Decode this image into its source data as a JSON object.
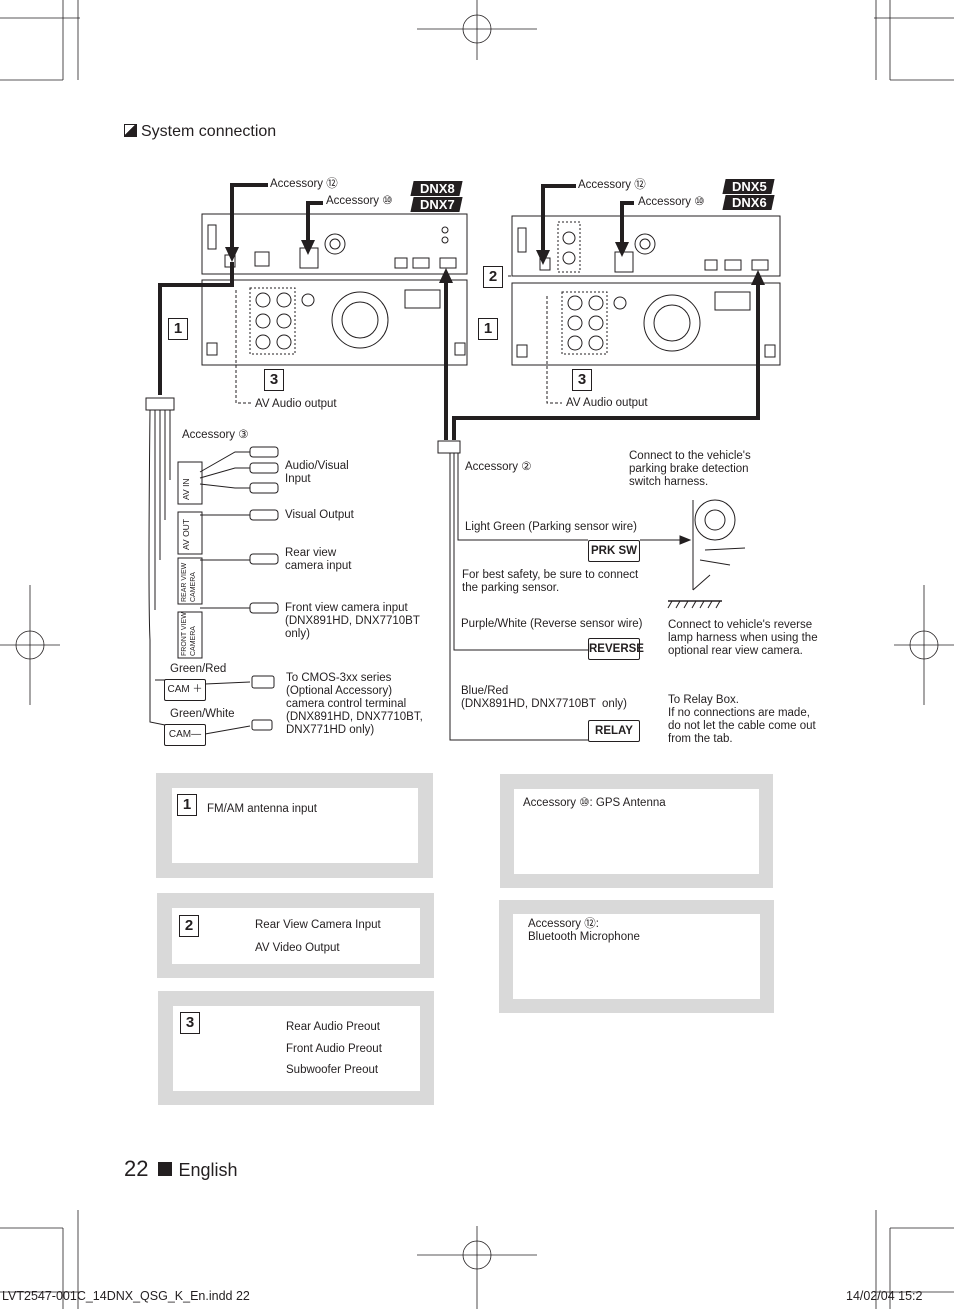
{
  "section": {
    "title": "System connection"
  },
  "models": {
    "left_top": "DNX8",
    "left_bottom": "DNX7",
    "right_top": "DNX5",
    "right_bottom": "DNX6"
  },
  "callouts": {
    "acc12_left": "Accessory ⑫",
    "acc10_left": "Accessory ⑩",
    "acc12_right": "Accessory ⑫",
    "acc10_right": "Accessory ⑩",
    "av_audio_left": "AV Audio output",
    "av_audio_right": "AV Audio output",
    "num1": "1",
    "num2": "2",
    "num3": "3"
  },
  "left_harness": {
    "accessory3": "Accessory ③",
    "av_in": "AV IN",
    "av_out": "AV OUT",
    "rear_view_camera": "REAR VIEW\nCAMERA",
    "front_view_camera": "FRONT VIEW\nCAMERA",
    "audio_visual_input": "Audio/Visual\nInput",
    "visual_output": "Visual Output",
    "rear_view_camera_input": "Rear view\ncamera input",
    "front_view_camera_input": "Front view camera input\n(DNX891HD, DNX7710BT\nonly)",
    "green_red": "Green/Red",
    "green_white": "Green/White",
    "cam_plus": "CAM ＋",
    "cam_minus": "CAM—",
    "cmos_note": "To CMOS-3xx series\n(Optional Accessory)\ncamera control terminal\n(DNX891HD, DNX7710BT,\nDNX771HD only)"
  },
  "right_harness": {
    "accessory2": "Accessory ②",
    "parking_note": "Connect to the vehicle's\nparking brake detection\nswitch harness.",
    "light_green": "Light Green (Parking sensor wire)",
    "prk_sw": "PRK SW",
    "safety_note": "For best safety, be sure to connect\nthe parking sensor.",
    "purple_white": "Purple/White (Reverse sensor wire)",
    "reverse": "REVERSE",
    "reverse_note": "Connect to vehicle's reverse\nlamp harness when using the\noptional rear view camera.",
    "blue_red": "Blue/Red\n(DNX891HD, DNX7710BT  only)",
    "relay": "RELAY",
    "relay_note": "To Relay Box.\nIf no connections are made,\ndo not let the cable come out\nfrom the tab."
  },
  "panels": {
    "p1": {
      "num": "1",
      "label": "FM/AM antenna input"
    },
    "p2": {
      "num": "2",
      "items": [
        "Rear View Camera Input",
        "AV Video Output"
      ]
    },
    "p3": {
      "num": "3",
      "items": [
        "Rear Audio Preout",
        "Front Audio Preout",
        "Subwoofer Preout"
      ]
    },
    "gps": {
      "label": "Accessory ⑩: GPS Antenna"
    },
    "mic": {
      "label": "Accessory ⑫:\nBluetooth Microphone"
    }
  },
  "page": {
    "number": "22",
    "language": "English"
  },
  "print_line": {
    "file": "LVT2547-001C_14DNX_QSG_K_En.indd   22",
    "date": "14/02/04   15:2"
  }
}
